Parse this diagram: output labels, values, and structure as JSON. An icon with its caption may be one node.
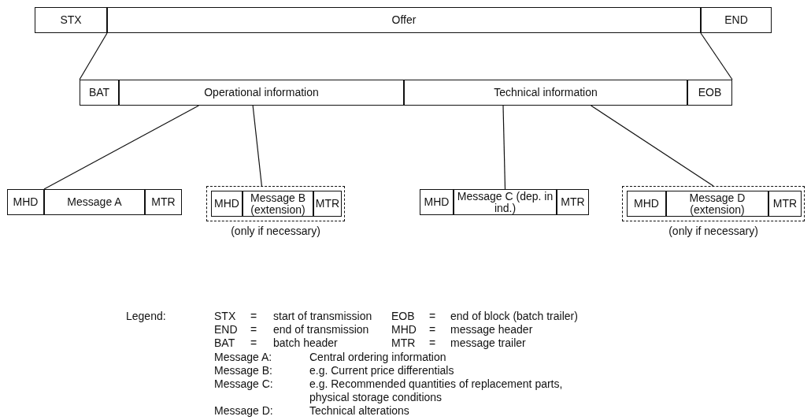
{
  "diagram": {
    "nodes": [
      {
        "text": [
          "STX"
        ]
      },
      {
        "text": [
          "Offer"
        ]
      },
      {
        "text": [
          "END"
        ]
      },
      {
        "text": [
          "BAT"
        ]
      },
      {
        "text": [
          "Operational information"
        ]
      },
      {
        "text": [
          "Technical information"
        ]
      },
      {
        "text": [
          "EOB"
        ]
      },
      {
        "text": [
          "MHD"
        ]
      },
      {
        "text": [
          "Message A"
        ]
      },
      {
        "text": [
          "MTR"
        ]
      },
      {
        "text": [],
        "shape": "box",
        "beside": [
          "(only if necessary)"
        ]
      },
      {
        "text": [
          "MHD"
        ],
        "in": 10
      },
      {
        "text": [
          "Message B (extension)"
        ],
        "in": 10
      },
      {
        "text": [
          "MTR"
        ],
        "in": 10
      },
      {
        "text": [
          "MHD"
        ]
      },
      {
        "text": [
          "Message C (dep. in ind.)"
        ]
      },
      {
        "text": [
          "MTR"
        ]
      },
      {
        "text": [],
        "shape": "box",
        "beside": [
          "(only if necessary)"
        ]
      },
      {
        "text": [
          "MHD"
        ],
        "in": 17
      },
      {
        "text": [
          "Message D (extension)"
        ],
        "in": 17
      },
      {
        "text": [
          "MTR"
        ],
        "in": 17
      }
    ],
    "edges": [
      {
        "from": 1,
        "to": 3,
        "arrow": "none"
      },
      {
        "from": 1,
        "to": 6,
        "arrow": "none"
      },
      {
        "from": 4,
        "to": 8,
        "arrow": "none"
      },
      {
        "from": 4,
        "to": 10,
        "arrow": "none"
      },
      {
        "from": 5,
        "to": 15,
        "arrow": "none"
      },
      {
        "from": 5,
        "to": 17,
        "arrow": "none"
      }
    ],
    "labels": [
      "Legend:",
      "STX",
      "=",
      "start of transmission",
      "EOB",
      "=",
      "end of block (batch trailer)",
      "END",
      "=",
      "end of transmission",
      "MHD",
      "=",
      "message header",
      "BAT",
      "=",
      "batch header",
      "MTR",
      "=",
      "message trailer",
      "Message A:",
      "Central ordering information",
      "Message B:",
      "e.g. Current price differentials",
      "Message C:",
      "e.g. Recommended quantities of replacement parts, physical storage conditions",
      "Message D:",
      "Technical alterations"
    ]
  }
}
